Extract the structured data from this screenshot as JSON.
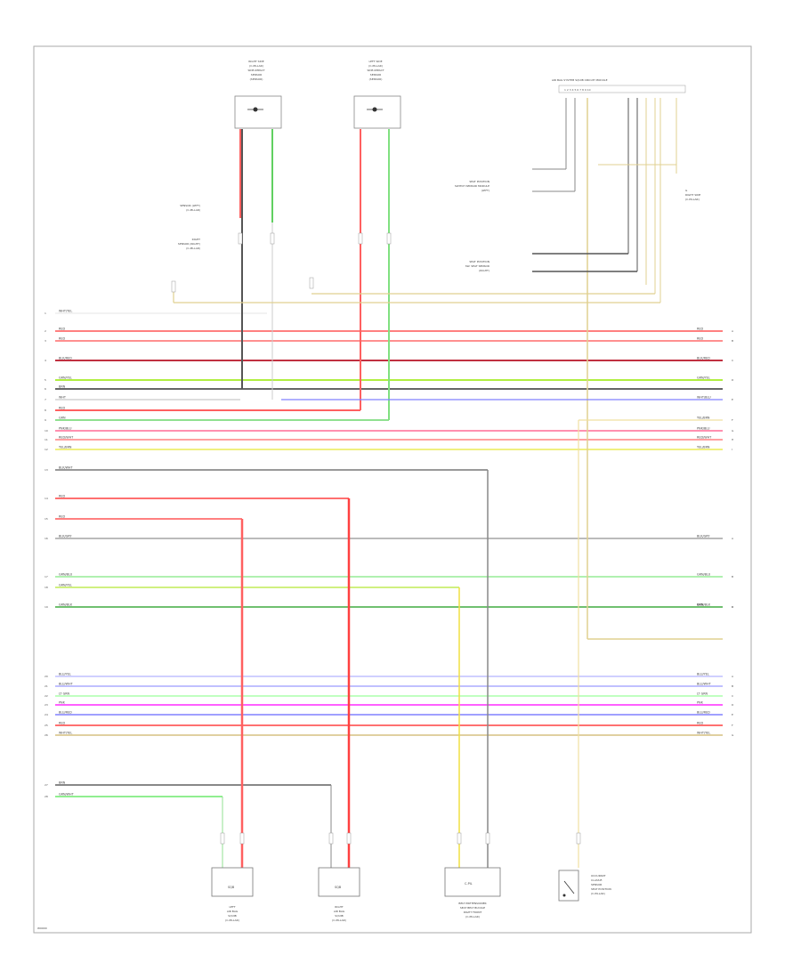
{
  "diagram_code": "W0000",
  "components": {
    "right_door_sensor": [
      "RIGHT SIDE",
      "(C-PILLAR)",
      "SIDE-IMPACT",
      "SENSOR",
      "(SENSOR)"
    ],
    "left_door_sensor": [
      "LEFT SIDE",
      "(C-PILLAR)",
      "SIDE-IMPACT",
      "SENSOR",
      "(SENSOR)"
    ],
    "occupant_module": [
      "AIR BAG SYSTEM SQUIB CIRCUIT MODULE"
    ],
    "seat_switch_upper": [
      "SEAT POSITION",
      "SWITCH SENSOR MODULE",
      "(LEFT)"
    ],
    "seat_switch_lower": [
      "SEAT POSITION",
      "SW. SEAT SENSOR",
      "(RIGHT)"
    ],
    "ground_label": [
      "G",
      "RIGHT SIDE",
      "(C-PILLAR)"
    ],
    "sensor_left_label": [
      "SENSOR (LEFT)",
      "(C-PILLAR)"
    ],
    "sensor_right_label": [
      "RIGHT",
      "SENSOR (RIGHT)",
      "(C-PILLAR)"
    ],
    "bottom_1": [
      "LEFT",
      "AIR BAG",
      "SQUIB",
      "(C-PILLAR)"
    ],
    "bottom_2": [
      "RIGHT",
      "AIR BAG",
      "SQUIB",
      "(C-PILLAR)"
    ],
    "bottom_3": [
      "BELT PRETENSIONER",
      "SEAT BELT BUCKLE",
      "RIGHT FRONT",
      "(C-PILLAR)"
    ],
    "bottom_4": [
      "OCCUPANT",
      "CLASSIF.",
      "SENSOR",
      "SEAT POSITION",
      "(C-PILLAR)"
    ],
    "bottom_box_1": "SQB",
    "bottom_box_2": "SQB",
    "bottom_box_3": "C-PIL",
    "top_right_pins": "1 2 3 4 5 6 7 8 9 10"
  },
  "wires_group_a": [
    {
      "pin": "1",
      "label": "WHT/YEL",
      "color": "#dddddd"
    },
    {
      "pin": "2",
      "label": "RED",
      "color": "#ff8080"
    },
    {
      "pin": "3",
      "label": "RED",
      "color": "#ff9090"
    },
    {
      "pin": "4",
      "label": "BLK/RED",
      "color": "#c03040"
    },
    {
      "pin": "5",
      "label": "GRN/YEL",
      "color": "#b0ee40"
    },
    {
      "pin": "6",
      "label": "BRN",
      "color": "#666666"
    },
    {
      "pin": "7",
      "label": "WHT",
      "color": "#dddddd"
    },
    {
      "pin": "8",
      "label": "RED",
      "color": "#ff6060"
    },
    {
      "pin": "9",
      "label": "GRN",
      "color": "#90e090"
    },
    {
      "pin": "10",
      "label": "PNK/BLU",
      "color": "#ff90b0"
    },
    {
      "pin": "11",
      "label": "RED/WHT",
      "color": "#ffa0a0"
    },
    {
      "pin": "12",
      "label": "YEL/BRN",
      "color": "#f0f080"
    }
  ],
  "right_labels_a": [
    "RED",
    "RED",
    "BLK/RED",
    "GRN/YEL",
    "WHT/BLU",
    "YEL/BRN",
    "PNK/BLU",
    "RED/WHT",
    "YEL/BRN"
  ],
  "wires_group_b": [
    {
      "pin": "13",
      "label": "BLK/WHT",
      "color": "#999999"
    },
    {
      "pin": "14",
      "label": "RED",
      "color": "#ff7070"
    },
    {
      "pin": "15",
      "label": "RED",
      "color": "#ff8080"
    },
    {
      "pin": "16",
      "label": "BLK/GRY",
      "color": "#bbbbbb"
    },
    {
      "pin": "17",
      "label": "GRN/BLU",
      "color": "#b0f0b0"
    },
    {
      "pin": "18",
      "label": "GRN/YEL",
      "color": "#d0f080"
    },
    {
      "pin": "19",
      "label": "GRN/BLK",
      "color": "#70c070"
    }
  ],
  "right_labels_b": [
    "BLK/GRY",
    "GRN/BLU",
    "GRN/BLK",
    "BRN"
  ],
  "wires_group_c": [
    {
      "pin": "20",
      "label": "BLU/YEL",
      "color": "#d0d0ff"
    },
    {
      "pin": "21",
      "label": "BLU/WHT",
      "color": "#c0c0ff"
    },
    {
      "pin": "22",
      "label": "LT GRN",
      "color": "#c0ffc0"
    },
    {
      "pin": "23",
      "label": "PNK",
      "color": "#ff60ff"
    },
    {
      "pin": "24",
      "label": "BLU/RED",
      "color": "#a0a0ff"
    },
    {
      "pin": "25",
      "label": "RED",
      "color": "#ff7070"
    },
    {
      "pin": "26",
      "label": "WHT/YEL",
      "color": "#e0d0a0"
    }
  ],
  "right_labels_c": [
    "BLU/YEL",
    "BLU/WHT",
    "LT GRN",
    "PNK",
    "BLU/RED",
    "RED",
    "WHT/YEL"
  ],
  "wires_group_d": [
    {
      "pin": "27",
      "label": "BRN",
      "color": "#888888"
    },
    {
      "pin": "28",
      "label": "GRN/WHT",
      "color": "#90ee90"
    }
  ]
}
